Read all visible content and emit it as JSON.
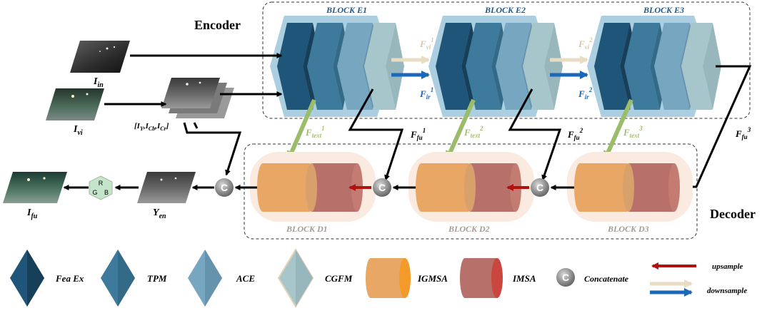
{
  "sections": {
    "encoder": "Encoder",
    "decoder": "Decoder"
  },
  "blocks": {
    "e1": "BLOCK E1",
    "e2": "BLOCK E2",
    "e3": "BLOCK E3",
    "d1": "BLOCK D1",
    "d2": "BLOCK D2",
    "d3": "BLOCK D3"
  },
  "inputs": {
    "in": {
      "base": "I",
      "sub": "in"
    },
    "vi": {
      "base": "I",
      "sub": "vi"
    },
    "ycbcr": "[I",
    "ycbcr_parts": [
      "Y",
      ",I",
      "Cb",
      ",I",
      "Cr",
      "]"
    ],
    "yen": {
      "base": "Y",
      "sub": "en"
    },
    "fu": {
      "base": "I",
      "sub": "fu"
    }
  },
  "features": {
    "fvi1": {
      "base": "F",
      "sub": "vi",
      "sup": "1"
    },
    "fvi2": {
      "base": "F",
      "sub": "vi",
      "sup": "2"
    },
    "fir1": {
      "base": "F",
      "sub": "ir",
      "sup": "1"
    },
    "fir2": {
      "base": "F",
      "sub": "ir",
      "sup": "2"
    },
    "ffu1": {
      "base": "F",
      "sub": "fu",
      "sup": "1"
    },
    "ffu2": {
      "base": "F",
      "sub": "fu",
      "sup": "2"
    },
    "ffu3": {
      "base": "F",
      "sub": "fu",
      "sup": "3"
    },
    "ftext1": {
      "base": "F",
      "sub": "text",
      "sup": "1"
    },
    "ftext2": {
      "base": "F",
      "sub": "text",
      "sup": "2"
    },
    "ftext3": {
      "base": "F",
      "sub": "text",
      "sup": "3"
    }
  },
  "concat_symbol": "C",
  "rgb": {
    "r": "R",
    "g": "G",
    "b": "B"
  },
  "legend": {
    "fea_ex": "Fea Ex",
    "tpm": "TPM",
    "ace": "ACE",
    "cgfm": "CGFM",
    "igmsa": "IGMSA",
    "imsa": "IMSA",
    "concatenate": "Concatenate",
    "upsample": "upsample",
    "downsample": "downsample"
  },
  "colors": {
    "fea_ex": "#1f5578",
    "tpm": "#3d7a9c",
    "ace": "#76a6c0",
    "cgfm": "#a6c6cc",
    "block_bg": "#9cc6dc",
    "igmsa": "#e8a765",
    "imsa": "#b7716a",
    "cyl_bg": "#fbeadf",
    "ftext_arrow": "#9bbd6a",
    "fvi_arrow": "#e8dcc4",
    "fir_arrow": "#1b67b8",
    "upsample": "#b2120d",
    "downsample_text": "#1b67b8",
    "ftext_label": "#a2c06c",
    "fvi_label": "#d9c7a8",
    "fir_label": "#1b67b8"
  }
}
